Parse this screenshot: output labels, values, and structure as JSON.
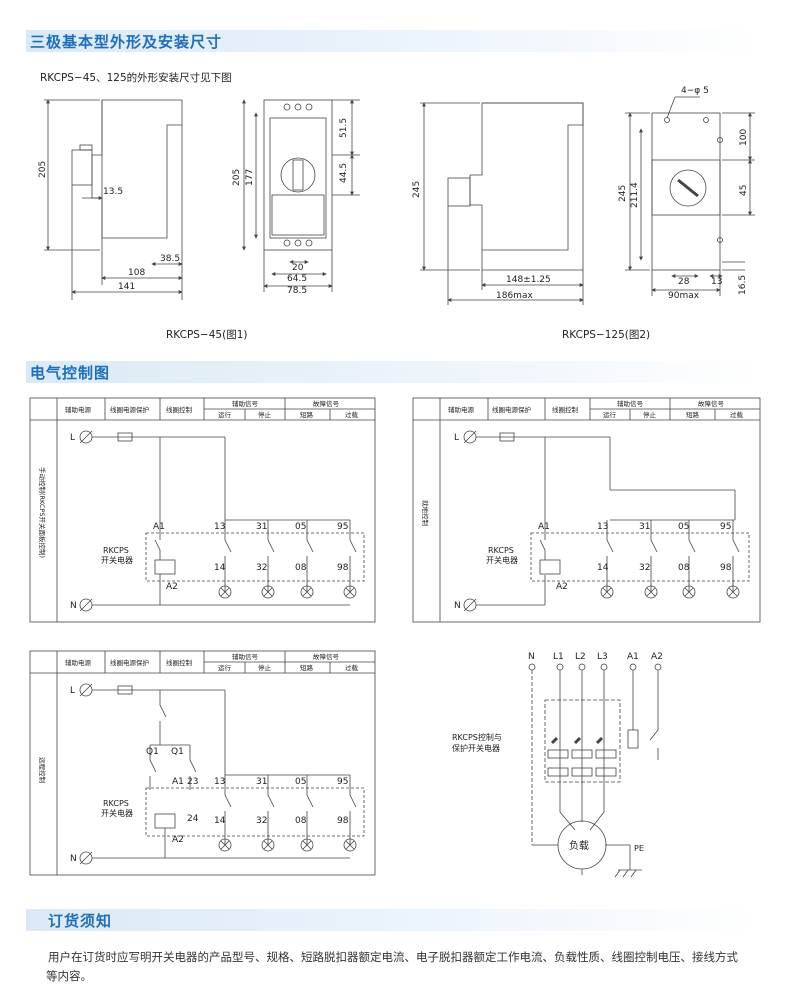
{
  "sections": {
    "dimensions": "三极基本型外形及安装尺寸",
    "wiring": "电气控制图",
    "ordering": "订货须知"
  },
  "intro": "RKCPS−45、125的外形安装尺寸见下图",
  "fig1_caption": "RKCPS−45(图1)",
  "fig2_caption": "RKCPS−125(图2)",
  "dims45": {
    "h205": "205",
    "d13_5": "13.5",
    "d38_5": "38.5",
    "d108": "108",
    "d141": "141",
    "fh205": "205",
    "fh177": "177",
    "f51_5": "51.5",
    "f44_5": "44.5",
    "f20": "20",
    "f64_5": "64.5",
    "f78_5": "78.5"
  },
  "dims125": {
    "h245": "245",
    "d148": "148±1.25",
    "d186": "186max",
    "hole": "4−φ 5",
    "fh245": "245",
    "fh211": "211.4",
    "f100": "100",
    "f45": "45",
    "f28": "28",
    "f13": "13",
    "f90": "90max",
    "f16_5": "16.5"
  },
  "table_headers": {
    "aux_power": "辅助电源",
    "coil_protect": "线圈电源保护",
    "coil_ctrl": "线圈控制",
    "aux_signal": "辅助信号",
    "fault_signal": "故障信号",
    "run": "运行",
    "stop": "停止",
    "short": "短路",
    "overload": "过载"
  },
  "side_labels": {
    "d1": "手动控制(RKCPS开关面板控制)",
    "d2": "就地控制",
    "d3": "远程控制"
  },
  "terminals": {
    "L": "L",
    "N": "N",
    "A1": "A1",
    "A2": "A2",
    "t13": "13",
    "t14": "14",
    "t31": "31",
    "t32": "32",
    "t05": "05",
    "t08": "08",
    "t95": "95",
    "t98": "98",
    "t23": "23",
    "t24": "24",
    "Q1": "Q1"
  },
  "device_label": [
    "RKCPS",
    "开关电器"
  ],
  "main_circuit": {
    "N": "N",
    "L1": "L1",
    "L2": "L2",
    "L3": "L3",
    "A1": "A1",
    "A2": "A2",
    "label": [
      "RKCPS控制与",
      "保护开关电器"
    ],
    "load": "负载",
    "pe": "PE"
  },
  "ordering_text": "用户在订货时应写明开关电器的产品型号、规格、短路脱扣器额定电流、电子脱扣器额定工作电流、负载性质、线圈控制电压、接线方式等内容。"
}
